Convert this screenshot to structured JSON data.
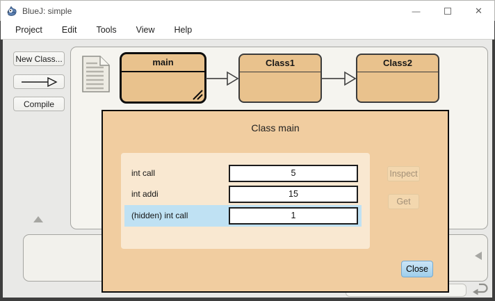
{
  "window": {
    "title": "BlueJ: simple",
    "controls": {
      "minimize": "—",
      "close": "✕"
    }
  },
  "menu": {
    "items": [
      {
        "label": "Project"
      },
      {
        "label": "Edit"
      },
      {
        "label": "Tools"
      },
      {
        "label": "View"
      },
      {
        "label": "Help"
      }
    ]
  },
  "toolbar": {
    "new_class_label": "New Class...",
    "compile_label": "Compile"
  },
  "diagram": {
    "classes": [
      {
        "name": "main",
        "selected": true
      },
      {
        "name": "Class1",
        "selected": false
      },
      {
        "name": "Class2",
        "selected": false
      }
    ]
  },
  "dialog": {
    "title": "Class main",
    "fields": [
      {
        "label": "int call",
        "value": "5",
        "highlighted": false
      },
      {
        "label": "int addi",
        "value": "15",
        "highlighted": false
      },
      {
        "label": "(hidden) int call",
        "value": "1",
        "highlighted": true
      }
    ],
    "buttons": {
      "inspect": "Inspect",
      "get": "Get",
      "close": "Close"
    }
  },
  "colors": {
    "class_fill": "#e9c28d",
    "dialog_bg": "#f1cda0",
    "fields_panel_bg": "#f9e8d1",
    "highlight_row": "#bfe1f3",
    "close_button": "#a9d3ec",
    "content_bg": "#e9e9e7",
    "panel_bg": "#f5f4ef",
    "window_border": "#3e3e3e"
  }
}
